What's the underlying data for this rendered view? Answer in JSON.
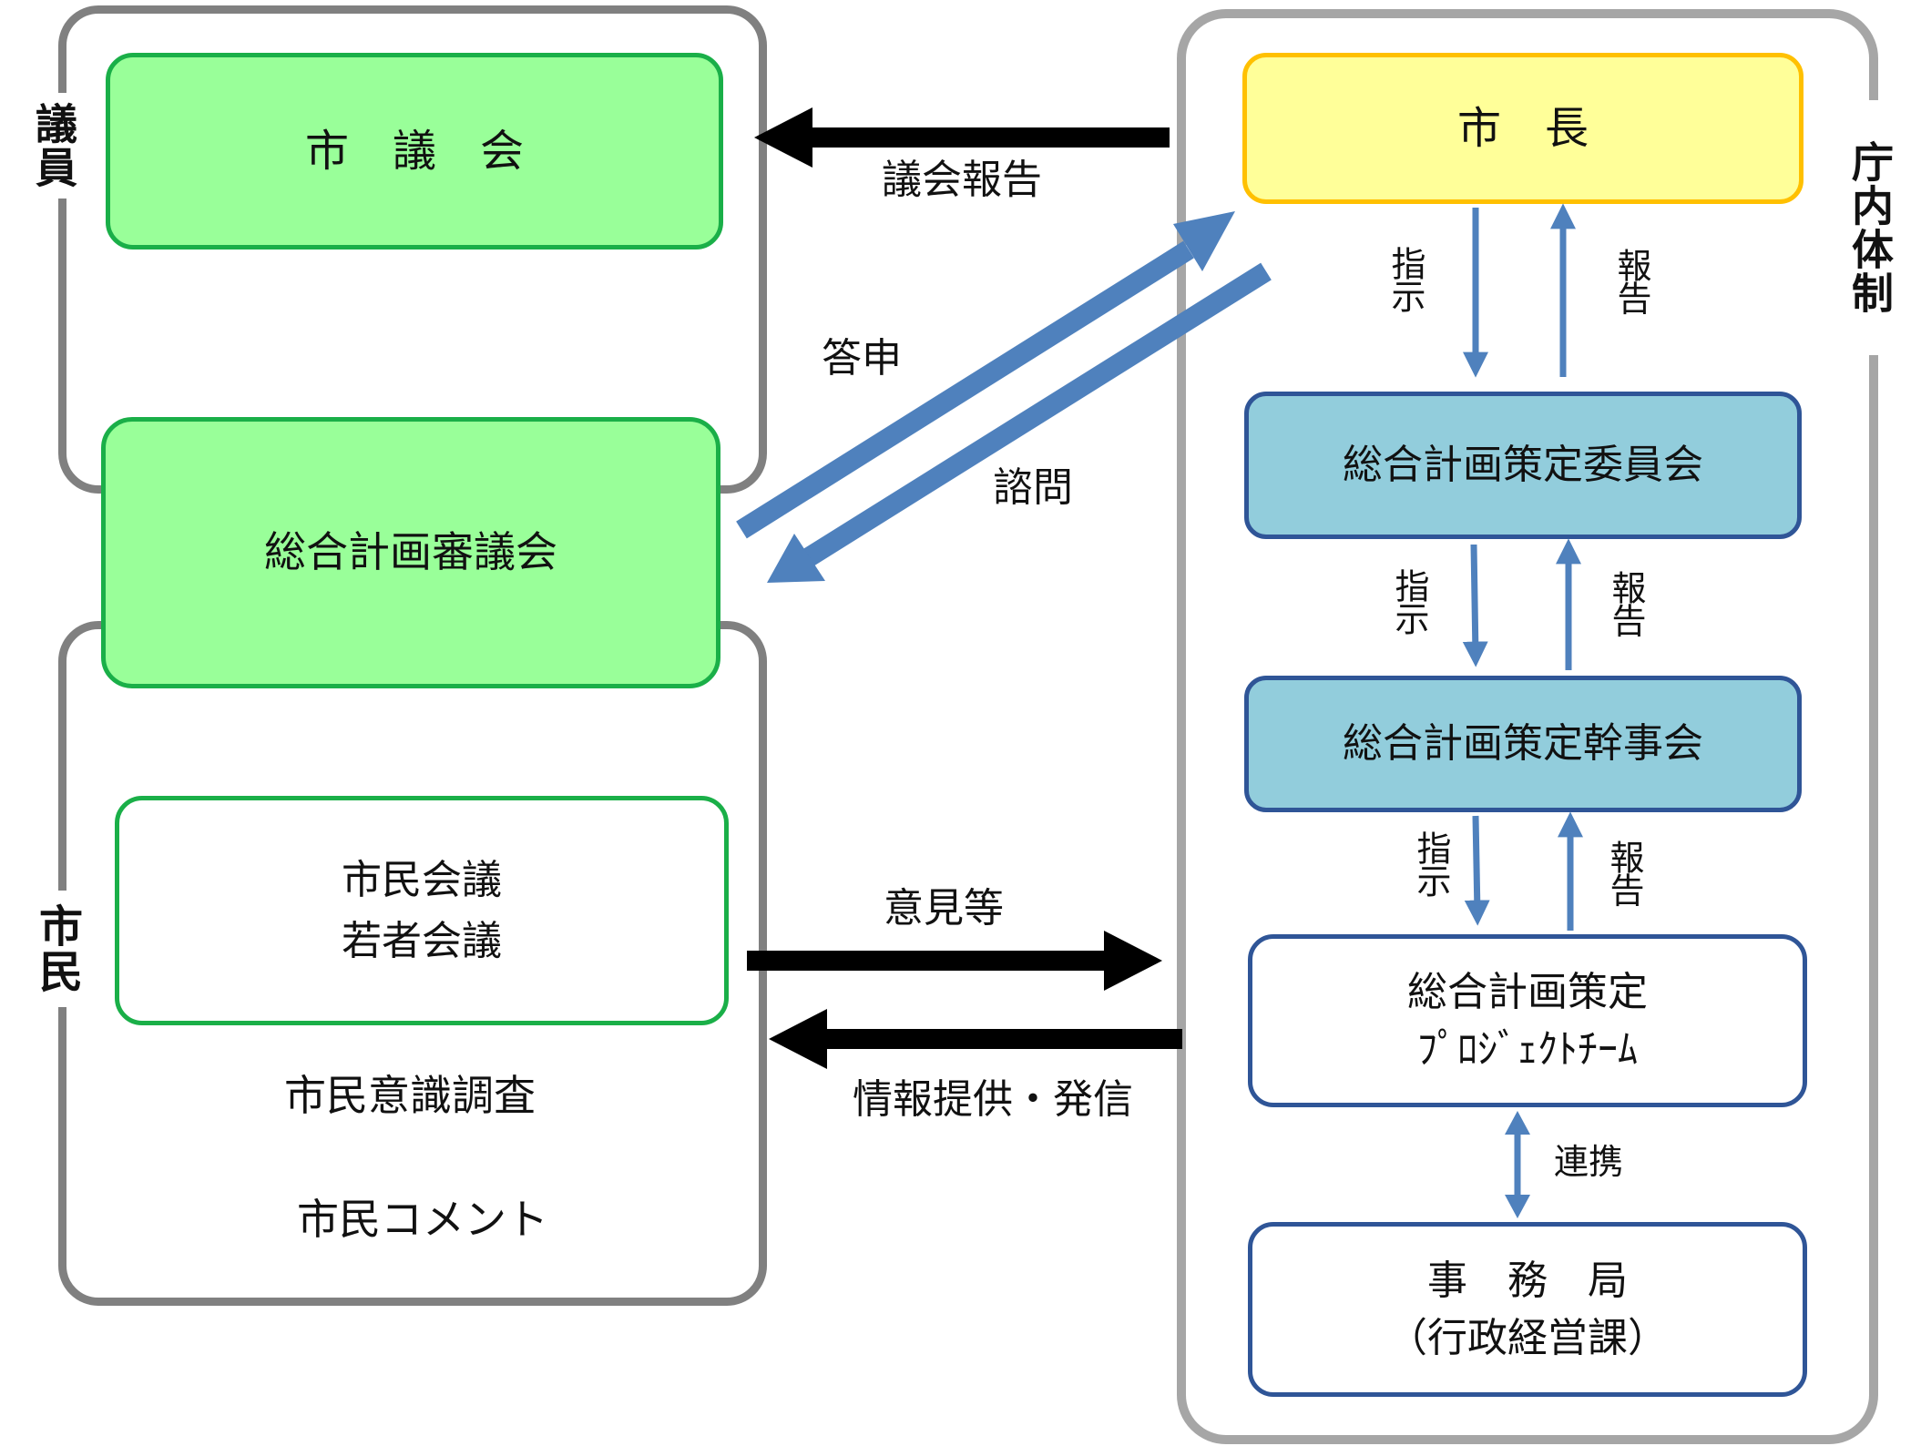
{
  "side_labels": {
    "giin": "議員",
    "shimin": "市民",
    "chonai": "庁内体制"
  },
  "left": {
    "shigikai": "市　議　会",
    "shingikai": "総合計画審議会",
    "shimin_kaigi": [
      "市民会議",
      "若者会議"
    ],
    "ishiki_chosa": "市民意識調査",
    "comment": "市民コメント"
  },
  "right": {
    "shicho": "市　長",
    "iinkai": "総合計画策定委員会",
    "kanjikai": "総合計画策定幹事会",
    "project_team": [
      "総合計画策定",
      "ﾌﾟﾛｼﾞｪｸﾄﾁｰﾑ"
    ],
    "jimukyoku": [
      "事　務　局",
      "（行政経営課）"
    ]
  },
  "flow_labels": {
    "gikai_hokoku": "議会報告",
    "toshin": "答申",
    "shimon": "諮問",
    "iken": "意見等",
    "joho": "情報提供・発信",
    "shiji": "指示",
    "hokoku": "報告",
    "renkei": "連携"
  },
  "colors": {
    "green_fill": "#99ff99",
    "green_border": "#1aaf48",
    "yellow_fill": "#ffff99",
    "yellow_border": "#ffc000",
    "blue_fill": "#92cddc",
    "blue_border": "#2f5597",
    "arrow_blue": "#4f81bd",
    "frame_dark": "#808080",
    "frame_light": "#a6a6a6"
  }
}
